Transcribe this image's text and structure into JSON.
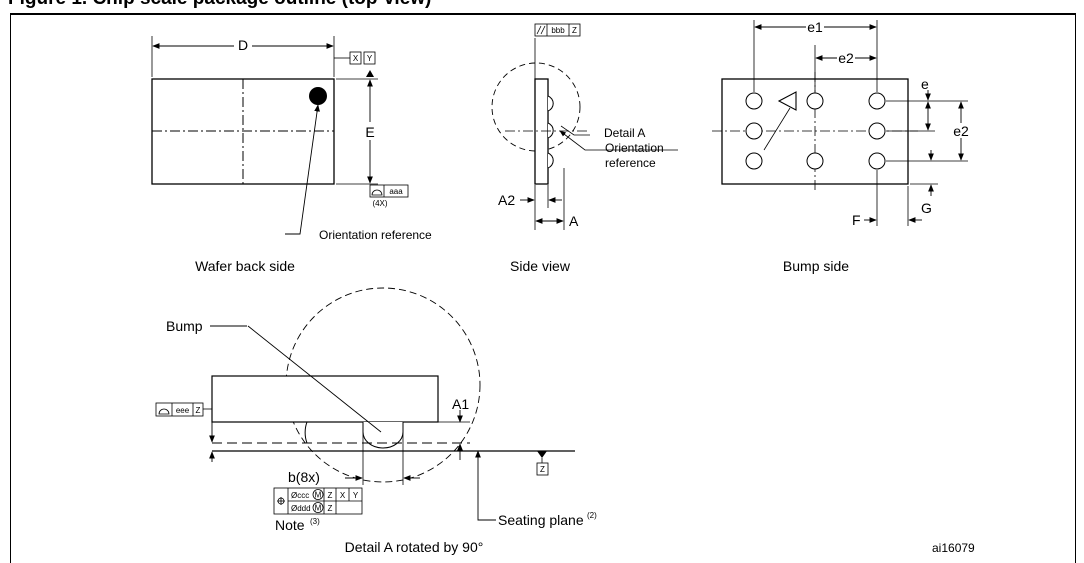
{
  "header": {
    "title": "Figure 1. Chip scale package outline (top-view)"
  },
  "views": {
    "wafer_back": {
      "caption": "Wafer back side",
      "dim_d": "D",
      "dim_e": "E",
      "datum_x": "X",
      "datum_y": "Y",
      "flatness_code": "aaa",
      "flatness_count": "(4X)",
      "orientation_label": "Orientation reference"
    },
    "side": {
      "caption": "Side view",
      "parallel_code": "bbb",
      "datum_z": "Z",
      "detail_label": "Detail A",
      "orientation_line1": "Orientation",
      "orientation_line2": "reference",
      "dim_a2": "A2",
      "dim_a": "A"
    },
    "bump_side": {
      "caption": "Bump side",
      "dim_e1": "e1",
      "dim_e2_top": "e2",
      "dim_e": "e",
      "dim_e2_right": "e2",
      "dim_f": "F",
      "dim_g": "G"
    },
    "detail": {
      "caption": "Detail A rotated by 90°",
      "bump_label": "Bump",
      "flatness_code": "eee",
      "datum_z": "Z",
      "dim_a1": "A1",
      "dim_b": "b(8x)",
      "pos_row1_code": "Øccc",
      "pos_row2_code": "Øddd",
      "mod_m": "M",
      "ref_z": "Z",
      "ref_x": "X",
      "ref_y": "Y",
      "note_label": "Note",
      "note_ref": "(3)",
      "seating_label": "Seating plane",
      "seating_ref": "(2)"
    }
  },
  "footer": {
    "figure_id": "ai16079"
  }
}
